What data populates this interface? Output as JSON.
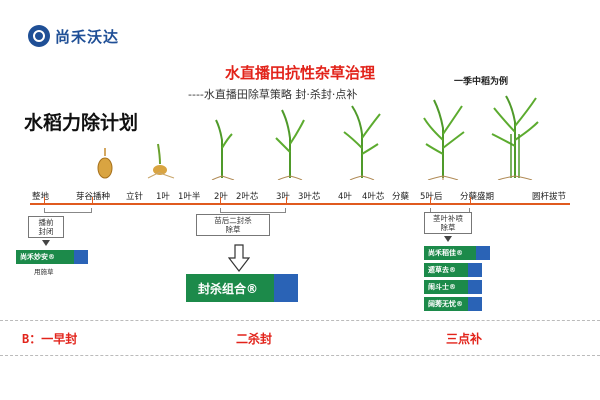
{
  "logo": {
    "text": "尚禾沃达"
  },
  "title": "水直播田抗性杂草治理",
  "subtitle": "----水直播田除草策略 封·杀封·点补",
  "example_note": "一季中稻为例",
  "plan_title": "水稻力除计划",
  "stages": [
    "整地",
    "芽谷播种",
    "立针",
    "1叶",
    "1叶半",
    "2叶",
    "2叶芯",
    "3叶",
    "3叶芯",
    "4叶",
    "4叶芯",
    "分蘖",
    "5叶后",
    "分蘖盛期",
    "圆杆拔节"
  ],
  "notes": {
    "sowing": [
      "播前",
      "封闭"
    ],
    "seedling": [
      "苗后二封杀",
      "除草"
    ],
    "spot": [
      "茎叶补喷",
      "除草"
    ]
  },
  "products": {
    "early": {
      "name": "尚禾妙安®",
      "sub": "用施草"
    },
    "kill": {
      "name": "封杀组合®"
    },
    "spot": [
      "尚禾稻佳®",
      "遁草去®",
      "闹斗士®",
      "阔莠无忧®"
    ]
  },
  "bottom": {
    "b1": "B：一早封",
    "b2": "二杀封",
    "b3": "三点补"
  },
  "colors": {
    "accent": "#e2231a",
    "green": "#1c8a4a",
    "blue": "#2a63b6",
    "brand": "#1f4f96"
  }
}
